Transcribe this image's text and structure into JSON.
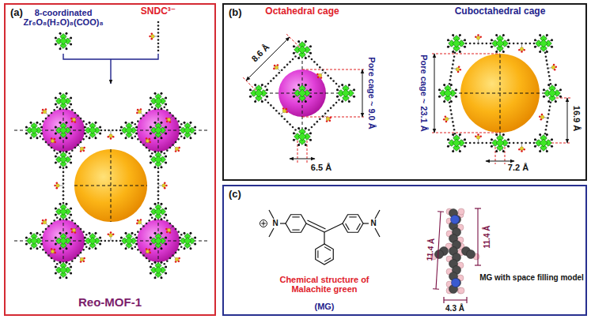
{
  "diagram": {
    "nodes": [
      {
        "text": [
          "(a)",
          "Reo-MOF-1"
        ]
      },
      {
        "text": [
          "(b)"
        ]
      },
      {
        "text": [
          "(c)"
        ]
      }
    ],
    "labels": [
      "8-coordinated Zr₆O₈(H₂O)₈(COO)₈",
      "SNDC³⁻",
      "Octahedral cage",
      "8.6 Å",
      "Pore cage ~ 9.0 Å",
      "6.5 Å",
      "Cuboctahedral cage",
      "Pore cage ~ 23.1 Å",
      "16.9 Å",
      "7.2 Å",
      "N",
      "N",
      "Chemical structure of Malachite green",
      "(MG)",
      "MG with space filling model",
      "11.4 Å",
      "11.4 Å",
      "4.3 Å"
    ]
  }
}
